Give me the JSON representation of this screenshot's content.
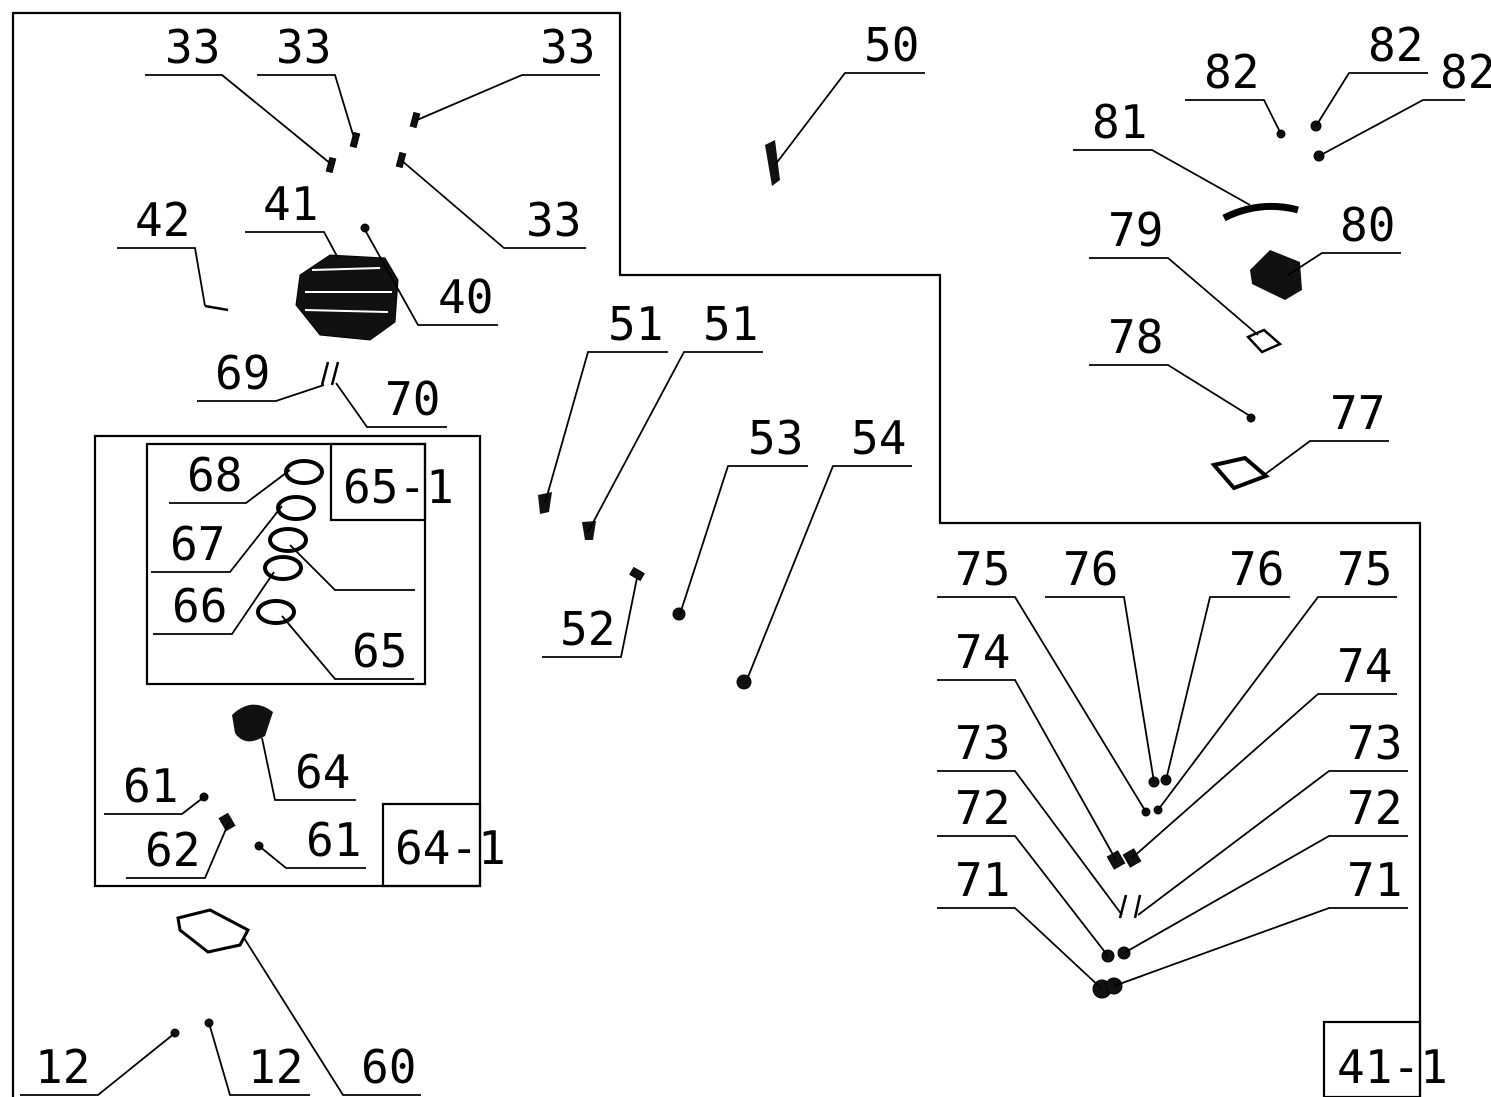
{
  "box_labels": {
    "ring_set": "65-1",
    "piston_set": "64-1",
    "valve_set": "41-1"
  },
  "callouts": [
    {
      "id": "c33a",
      "text": "33"
    },
    {
      "id": "c33b",
      "text": "33"
    },
    {
      "id": "c33c",
      "text": "33"
    },
    {
      "id": "c33d",
      "text": "33"
    },
    {
      "id": "c42",
      "text": "42"
    },
    {
      "id": "c41",
      "text": "41"
    },
    {
      "id": "c40",
      "text": "40"
    },
    {
      "id": "c69",
      "text": "69"
    },
    {
      "id": "c70",
      "text": "70"
    },
    {
      "id": "c68",
      "text": "68"
    },
    {
      "id": "c67",
      "text": "67"
    },
    {
      "id": "c66",
      "text": "66"
    },
    {
      "id": "c65",
      "text": "65"
    },
    {
      "id": "c64",
      "text": "64"
    },
    {
      "id": "c61a",
      "text": "61"
    },
    {
      "id": "c62",
      "text": "62"
    },
    {
      "id": "c61b",
      "text": "61"
    },
    {
      "id": "c60",
      "text": "60"
    },
    {
      "id": "c12a",
      "text": "12"
    },
    {
      "id": "c12b",
      "text": "12"
    },
    {
      "id": "c50",
      "text": "50"
    },
    {
      "id": "c51a",
      "text": "51"
    },
    {
      "id": "c51b",
      "text": "51"
    },
    {
      "id": "c53",
      "text": "53"
    },
    {
      "id": "c54",
      "text": "54"
    },
    {
      "id": "c52",
      "text": "52"
    },
    {
      "id": "c82a",
      "text": "82"
    },
    {
      "id": "c82b",
      "text": "82"
    },
    {
      "id": "c82c",
      "text": "82"
    },
    {
      "id": "c81",
      "text": "81"
    },
    {
      "id": "c79",
      "text": "79"
    },
    {
      "id": "c80",
      "text": "80"
    },
    {
      "id": "c78",
      "text": "78"
    },
    {
      "id": "c77",
      "text": "77"
    },
    {
      "id": "c75a",
      "text": "75"
    },
    {
      "id": "c76a",
      "text": "76"
    },
    {
      "id": "c76b",
      "text": "76"
    },
    {
      "id": "c75b",
      "text": "75"
    },
    {
      "id": "c74a",
      "text": "74"
    },
    {
      "id": "c74b",
      "text": "74"
    },
    {
      "id": "c73a",
      "text": "73"
    },
    {
      "id": "c73b",
      "text": "73"
    },
    {
      "id": "c72a",
      "text": "72"
    },
    {
      "id": "c72b",
      "text": "72"
    },
    {
      "id": "c71a",
      "text": "71"
    },
    {
      "id": "c71b",
      "text": "71"
    }
  ]
}
